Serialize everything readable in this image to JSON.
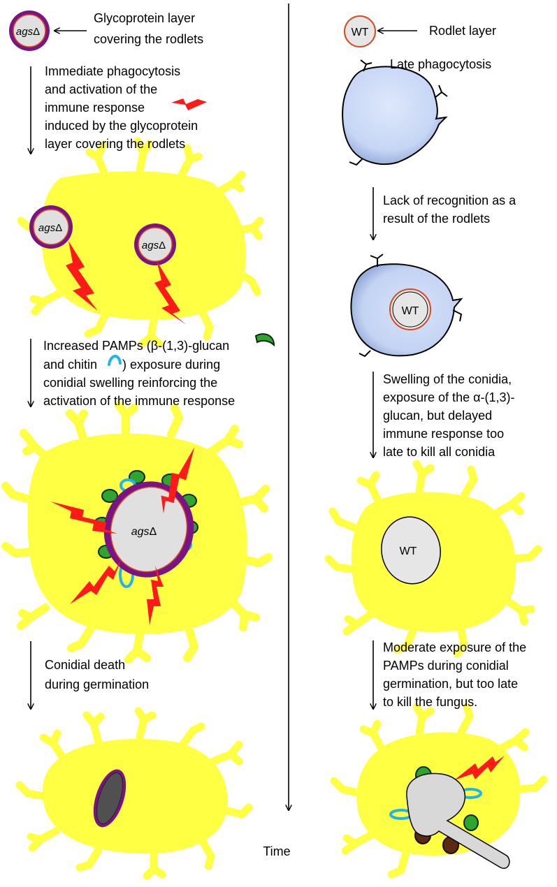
{
  "labels": {
    "agsd": "ags",
    "delta": "Δ",
    "wt": "WT",
    "time": "Time"
  },
  "left": {
    "legend_glycoprotein": [
      "Glycoprotein layer",
      "covering the rodlets"
    ],
    "step1": [
      "Immediate phagocytosis",
      "and activation of the",
      "immune response",
      "induced by the glycoprotein",
      "layer covering the rodlets"
    ],
    "step2": {
      "l1a": "Increased PAMPs (β-(1,3)-glucan",
      "l2a": "and chitin",
      "l2b": ") exposure during",
      "l3": "conidial swelling reinforcing the",
      "l4": "activation of the immune response"
    },
    "step3": [
      "Conidial death",
      "during germination"
    ]
  },
  "right": {
    "legend_rodlet": "Rodlet layer",
    "late_phago": "Late phagocytosis",
    "step1": [
      "Lack of recognition as a",
      "result of the rodlets"
    ],
    "step2": [
      "Swelling  of the conidia,",
      "exposure of the α-(1,3)-",
      "glucan, but delayed",
      "immune response too",
      "late to kill all conidia"
    ],
    "step3": [
      "Moderate exposure of the",
      "PAMPs during conidial",
      "germination, but too late",
      "to kill the fungus."
    ]
  },
  "colors": {
    "macrophage_yellow": "#ffff44",
    "phago_blue": "#c9d8f5",
    "conidia_grey": "#e6e6e6",
    "purple_layer": "#7a1482",
    "rodlet_red": "#d94a1e",
    "signal_red": "#ff1a1a",
    "glucan_green": "#2fa52f",
    "chitin_blue": "#1fb3f0",
    "dead_conidia": "#505050",
    "brown_pamp": "#5c2a12"
  }
}
